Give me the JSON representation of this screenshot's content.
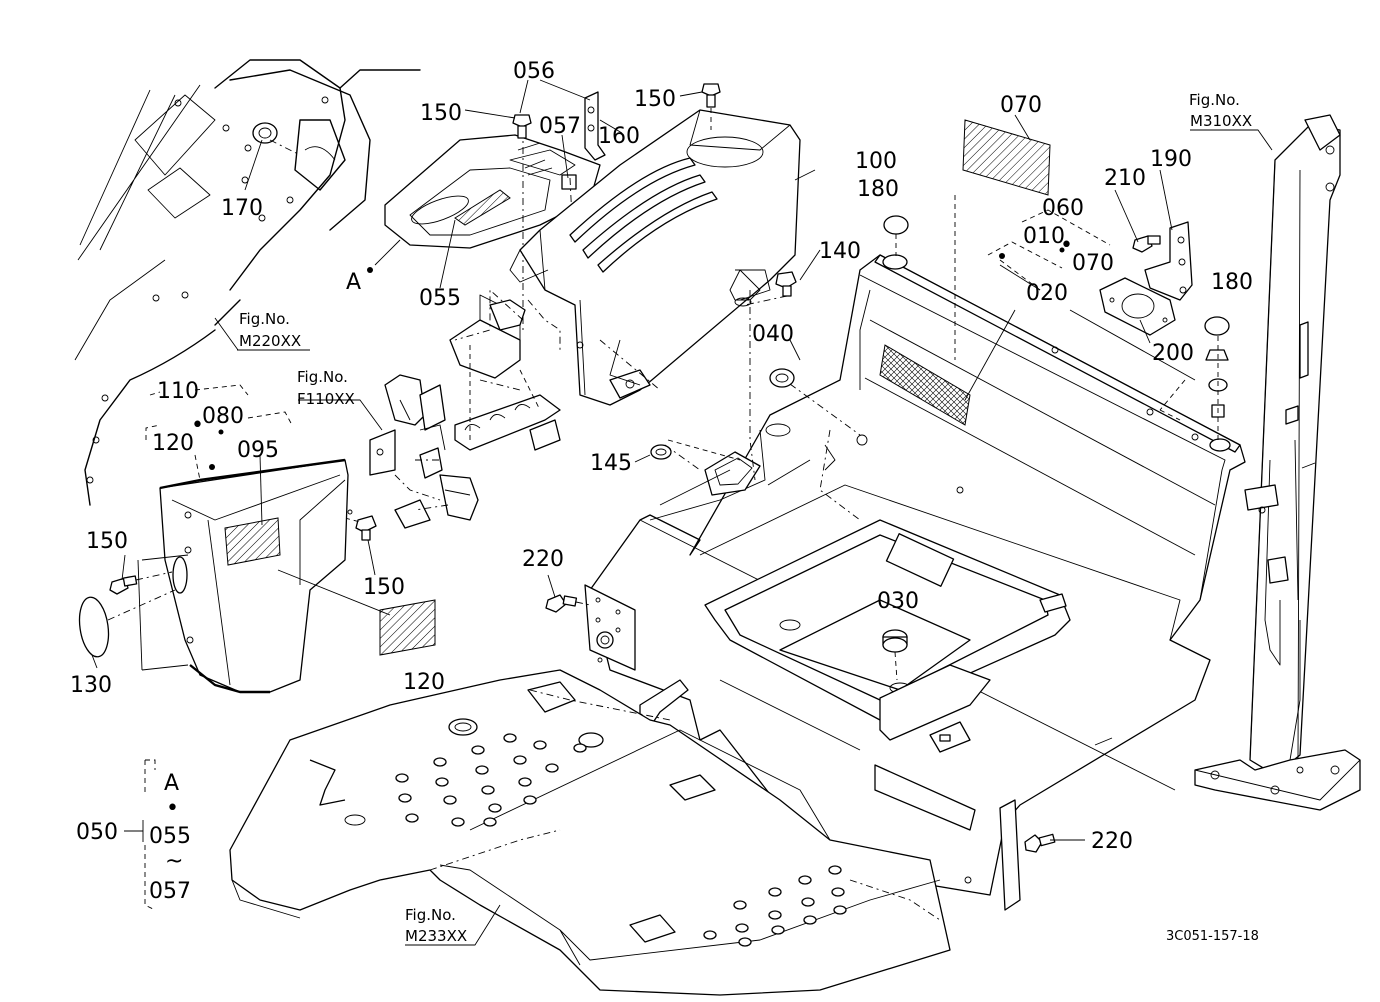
{
  "diagram": {
    "drawing_number": "3C051-157-18",
    "part_labels": {
      "p056": "056",
      "p150a": "150",
      "p150b": "150",
      "p150c": "150",
      "p150d": "150",
      "p057": "057",
      "p160": "160",
      "p170": "170",
      "p055": "055",
      "p100": "100",
      "p070": "070",
      "p180a": "180",
      "p180b": "180",
      "p140": "140",
      "p210": "210",
      "p190": "190",
      "p060": "060",
      "p010": "010",
      "p070b": "070",
      "p020": "020",
      "p200": "200",
      "p040": "040",
      "p145": "145",
      "p220a": "220",
      "p220b": "220",
      "p030": "030",
      "p110": "110",
      "p080": "080",
      "p120": "120",
      "p095": "095",
      "p120b": "120",
      "p130": "130",
      "p050": "050",
      "pA": "A",
      "pA2": "A",
      "p055b": "055",
      "p057b": "057",
      "tilde": "~",
      "dot": "•"
    },
    "fig_refs": {
      "m310_title": "Fig.No.",
      "m310": "M310XX",
      "m220_title": "Fig.No.",
      "m220": "M220XX",
      "f110_title": "Fig.No.",
      "f110": "F110XX",
      "m233_title": "Fig.No.",
      "m233": "M233XX"
    }
  }
}
